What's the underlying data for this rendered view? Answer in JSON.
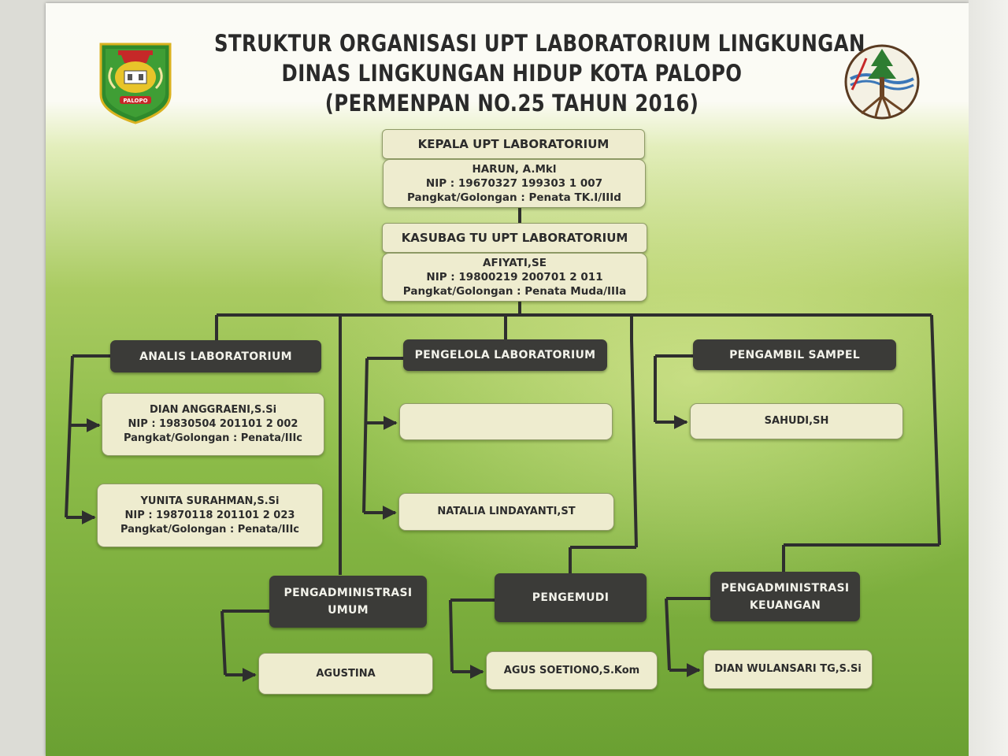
{
  "title": {
    "line1": "STRUKTUR ORGANISASI UPT LABORATORIUM LINGKUNGAN",
    "line2": "DINAS LINGKUNGAN HIDUP KOTA PALOPO",
    "line3": "(PERMENPAN NO.25 TAHUN 2016)"
  },
  "logos": {
    "left": {
      "name": "kota-palopo-emblem",
      "text": "PALOPO"
    },
    "right": {
      "name": "lingkungan-hidup-emblem"
    }
  },
  "colors": {
    "board_top": "#fbfbf6",
    "board_green": "#8ebd4a",
    "light_box": "#eeeccf",
    "dark_box": "#3b3b38",
    "line": "#2e2e2e"
  },
  "kepala": {
    "title": "KEPALA UPT LABORATORIUM",
    "name": "HARUN, A.Mkl",
    "nip": "NIP : 19670327 199303 1 007",
    "pangkat": "Pangkat/Golongan : Penata TK.I/IIId"
  },
  "kasubag": {
    "title": "KASUBAG TU UPT LABORATORIUM",
    "name": "AFIYATI,SE",
    "nip": "NIP : 19800219 200701 2 011",
    "pangkat": "Pangkat/Golongan : Penata Muda/IIIa"
  },
  "analis": {
    "title": "ANALIS LABORATORIUM",
    "members": [
      {
        "name": "DIAN ANGGRAENI,S.Si",
        "nip": "NIP : 19830504 201101 2 002",
        "pangkat": "Pangkat/Golongan : Penata/IIIc"
      },
      {
        "name": "YUNITA SURAHMAN,S.Si",
        "nip": "NIP : 19870118 201101 2 023",
        "pangkat": "Pangkat/Golongan : Penata/IIIc"
      }
    ]
  },
  "pengelola": {
    "title": "PENGELOLA LABORATORIUM",
    "members": [
      "",
      "NATALIA LINDAYANTI,ST"
    ]
  },
  "pengambil": {
    "title": "PENGAMBIL SAMPEL",
    "members": [
      "SAHUDI,SH"
    ]
  },
  "pengadministrasi_umum": {
    "title_line1": "PENGADMINISTRASI",
    "title_line2": "UMUM",
    "members": [
      "AGUSTINA"
    ]
  },
  "pengemudi": {
    "title": "PENGEMUDI",
    "members": [
      "AGUS SOETIONO,S.Kom"
    ]
  },
  "pengadministrasi_keuangan": {
    "title_line1": "PENGADMINISTRASI",
    "title_line2": "KEUANGAN",
    "members": [
      "DIAN WULANSARI TG,S.Si"
    ]
  }
}
